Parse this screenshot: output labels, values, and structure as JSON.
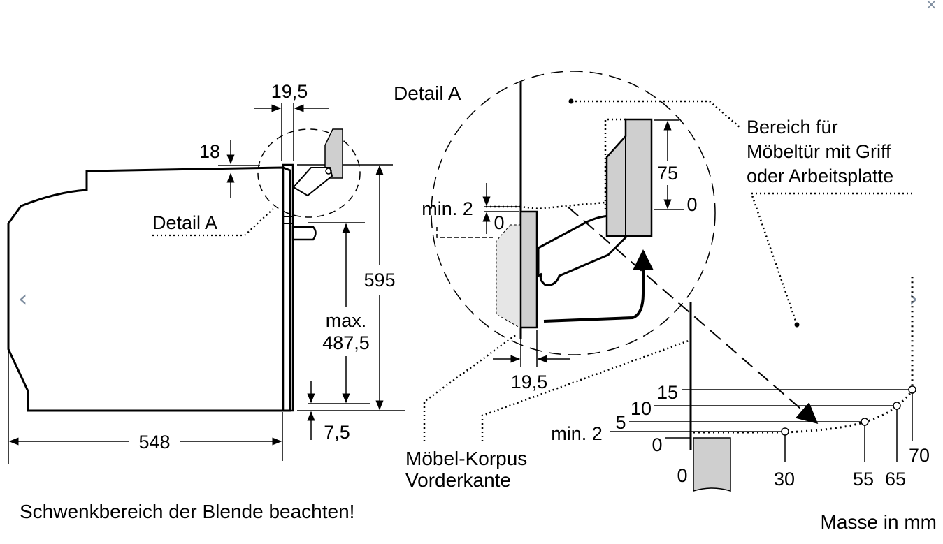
{
  "nav": {
    "prev_glyph": "‹",
    "next_glyph": "›",
    "close_glyph": "×"
  },
  "side_view": {
    "width": "548",
    "height_total": "595",
    "max_height": "max.",
    "max_value": "487,5",
    "bottom_offset": "7,5",
    "top_offset": "18",
    "panel_thickness": "19,5",
    "detail_callout": "Detail A"
  },
  "detail": {
    "title": "Detail A",
    "min_gap": "min. 2",
    "zero": "0",
    "height_75": "75",
    "zero_right": "0",
    "panel_thickness": "19,5",
    "area_note": [
      "Bereich für",
      "Möbeltür mit Griff",
      "oder Arbeitsplatte"
    ]
  },
  "swing_chart": {
    "y_labels": [
      "15",
      "10",
      "5",
      "min. 2",
      "0"
    ],
    "x_labels": [
      "0",
      "30",
      "55",
      "65",
      "70"
    ]
  },
  "carcass_label": [
    "Möbel-Korpus",
    "Vorderkante"
  ],
  "footer": {
    "warning": "Schwenkbereich der Blende beachten!",
    "units": "Masse in mm"
  }
}
